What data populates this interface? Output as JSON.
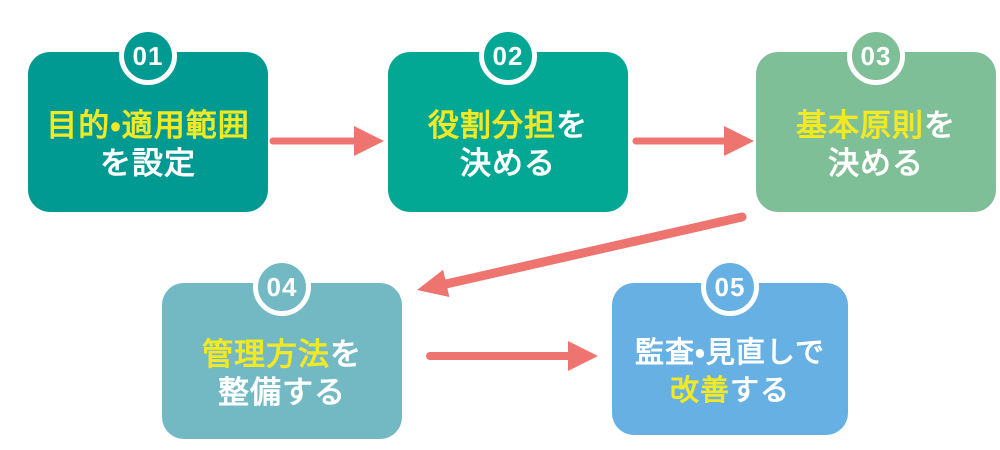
{
  "diagram": {
    "type": "process-flow",
    "language": "ja",
    "step_count": 5,
    "flow": [
      "01→02",
      "02→03",
      "03→04",
      "04→05"
    ]
  },
  "colors": {
    "background": "#ffffff",
    "arrow": "#ee7470",
    "highlight_text": "#f2e926",
    "body_text": "#ffffff",
    "badge_ring": "#ffffff"
  },
  "steps": [
    {
      "number": "01",
      "color": "#009a93",
      "full_text": "目的・適用範囲を設定",
      "line1": {
        "em": "目的・適用範囲",
        "rest": ""
      },
      "line2": {
        "em": "",
        "rest": "を設定"
      }
    },
    {
      "number": "02",
      "color": "#02a894",
      "full_text": "役割分担を決める",
      "line1": {
        "em": "役割分担",
        "rest": "を"
      },
      "line2": {
        "em": "",
        "rest": "決める"
      }
    },
    {
      "number": "03",
      "color": "#7fbf97",
      "full_text": "基本原則を決める",
      "line1": {
        "em": "基本原則",
        "rest": "を"
      },
      "line2": {
        "em": "",
        "rest": "決める"
      }
    },
    {
      "number": "04",
      "color": "#72b9c4",
      "full_text": "管理方法を整備する",
      "line1": {
        "em": "管理方法",
        "rest": "を"
      },
      "line2": {
        "em": "",
        "rest": "整備する"
      }
    },
    {
      "number": "05",
      "color": "#66b0e3",
      "full_text": "監査・見直しで改善する",
      "line1": {
        "em": "",
        "rest": "監査・見直しで"
      },
      "line2": {
        "em": "改善",
        "rest": "する"
      }
    }
  ]
}
